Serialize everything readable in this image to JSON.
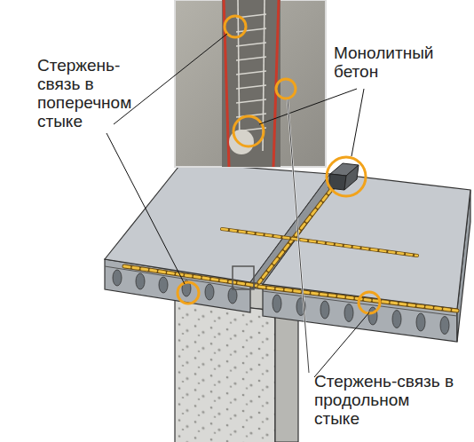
{
  "diagram": {
    "labels": [
      "Стержень- связь в поперечном стыке",
      "Монолитный бетон",
      "Стержень-связь в продольном стыке"
    ]
  }
}
